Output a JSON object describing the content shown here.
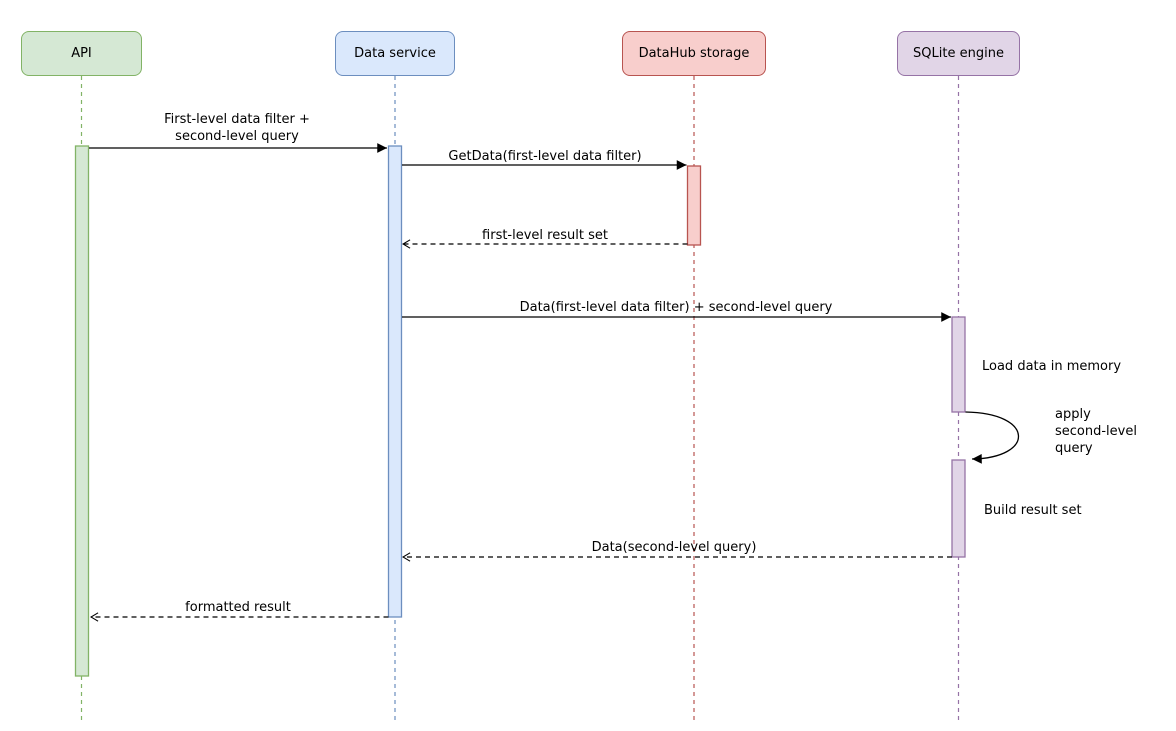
{
  "diagram": {
    "type": "sequence-diagram",
    "participants": [
      {
        "label": "API",
        "fill": "#d5e8d4",
        "stroke": "#82b366"
      },
      {
        "label": "Data service",
        "fill": "#dae8fc",
        "stroke": "#6c8ebf"
      },
      {
        "label": "DataHub storage",
        "fill": "#f8cecc",
        "stroke": "#b85450"
      },
      {
        "label": "SQLite engine",
        "fill": "#e1d5e7",
        "stroke": "#9673a6"
      }
    ],
    "messages": [
      {
        "label": "First-level data filter +\nsecond-level query",
        "from": "API",
        "to": "Data service",
        "style": "solid"
      },
      {
        "label": "GetData(first-level data filter)",
        "from": "Data service",
        "to": "DataHub storage",
        "style": "solid"
      },
      {
        "label": "first-level result set",
        "from": "DataHub storage",
        "to": "Data service",
        "style": "dashed"
      },
      {
        "label": "Data(first-level data filter) + second-level query",
        "from": "Data service",
        "to": "SQLite engine",
        "style": "solid"
      },
      {
        "label": "apply\nsecond-level\nquery",
        "from": "SQLite engine",
        "to": "SQLite engine",
        "style": "self"
      },
      {
        "label": "Data(second-level query)",
        "from": "SQLite engine",
        "to": "Data service",
        "style": "dashed"
      },
      {
        "label": "formatted result",
        "from": "Data service",
        "to": "API",
        "style": "dashed"
      }
    ],
    "annotations": [
      {
        "label": "Load data in memory",
        "near": "SQLite engine"
      },
      {
        "label": "Build result set",
        "near": "SQLite engine"
      }
    ],
    "line_color": "#000000",
    "background": "#ffffff"
  }
}
